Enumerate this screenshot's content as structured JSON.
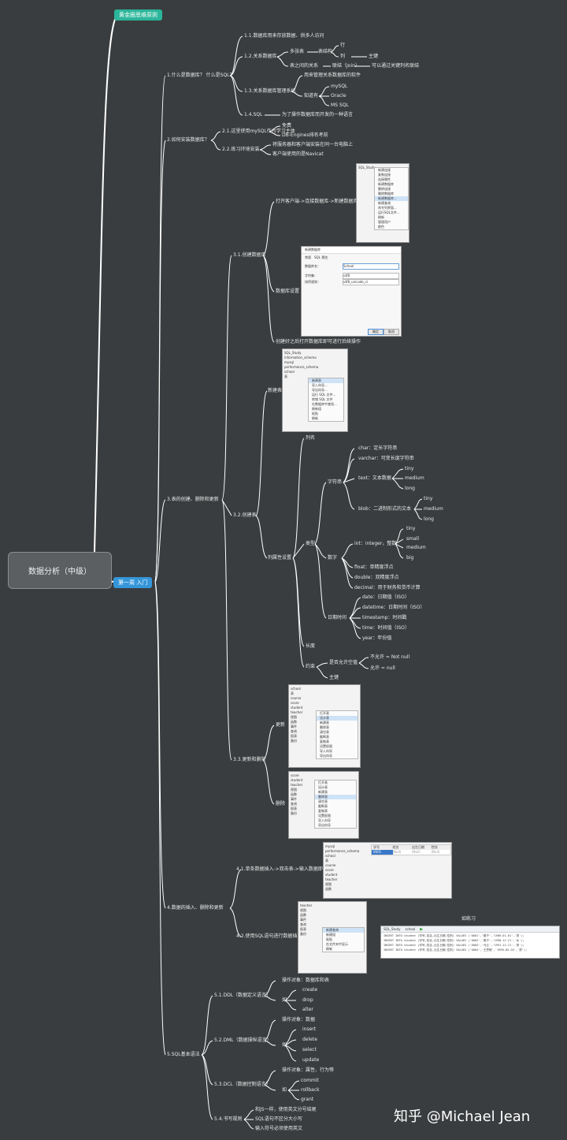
{
  "root": "数据分析（中级）",
  "level1": {
    "top": "黄金圈思维原则",
    "main": "第一周 入门"
  },
  "s1": {
    "title": "1.什么是数据库？ 什么是SQL？",
    "n11": "1.1.数据库用来存放数据、供多人访问",
    "n12": "1.2.关系数据库",
    "n12a": "多张表",
    "n12a1": "表结构",
    "n12a1a": "行",
    "n12a1b": "列",
    "n12a1c": "主键",
    "n12b": "表之间的关系",
    "n12b1": "联结（Join）",
    "n12b2": "可以通过关键列名联结",
    "n13": "1.3.关系数据库管理系统",
    "n13a": "用来管理关系数据库的软件",
    "n13b": "知道有",
    "n13b1": "mySQL",
    "n13b2": "Oracle",
    "n13b3": "MS SQL",
    "n14": "1.4.SQL",
    "n14a": "为了操作数据库而开发的一种语言"
  },
  "s2": {
    "title": "2.如何安装数据库？",
    "n21": "2.1.这里使用mySQL作为学习主体",
    "n21a": "免费",
    "n21b": "DB-Engines排名考前",
    "n22": "2.2.练习环境安装",
    "n22a": "将服务器和客户端安装在同一台电脑上",
    "n22b": "客户端使用的是Navicat"
  },
  "s3": {
    "title": "3.表的创建、删除和更新",
    "n31": "3.1.创建数据库",
    "n31a": "打开客户端->连接数据库->新建数据库",
    "n31b": "数据库设置",
    "n31c": "创建好之后打开数据库即可进行后续操作",
    "n32": "3.2.创建表",
    "n32a": "新建表",
    "n32b": "列属性设置",
    "col": "列名",
    "type": "类型",
    "str": "字符串",
    "char": "char：定长字符串",
    "varchar": "varchar：可变长度字符串",
    "text": "text：文本数据",
    "tiny": "tiny",
    "medium": "medium",
    "long": "long",
    "blob": "blob：二进制形式的文本",
    "num": "数字",
    "int": "int：integer，整数",
    "small": "small",
    "big": "big",
    "float": "float：单精度浮点",
    "double": "double：双精度浮点",
    "decimal": "decimal：用于财务和货币计算",
    "dt": "日期时间",
    "date": "date：日期值（ISO）",
    "datetime": "datetime：日期时间（ISO）",
    "timestamp": "timestamp：时间戳",
    "time": "time：时间值（ISO）",
    "year": "year：年份值",
    "len": "长度",
    "cons": "约束",
    "null": "是否允许空值",
    "notnull": "不允许 = Not null",
    "allow": "允许 = null",
    "pk": "主键",
    "n33": "3.3.更新和删除",
    "upd": "更新",
    "del": "删除"
  },
  "s4": {
    "title": "4.数据的插入、删除和更新",
    "n41": "4.1.单条数据插入->双击表->输入数据即可",
    "n42": "4.2.使用SQL语句进行数据插入",
    "ex": "如练习"
  },
  "s5": {
    "title": "5.SQL基本语法",
    "n51": "5.1.DDL（数据定义语言）",
    "n51a": "操作对象：数据库和表",
    "n51b": "如",
    "create": "create",
    "drop": "drop",
    "alter": "alter",
    "n52": "5.2.DML（数据操纵语言）",
    "n52a": "操作对象：数据",
    "n52b": "如",
    "insert": "insert",
    "delete": "delete",
    "select": "select",
    "update": "update",
    "n53": "5.3.DCL（数据控制语言）",
    "n53a": "操作对象：属性、行为等",
    "n53b": "如",
    "commit": "commit",
    "rollback": "rollback",
    "grant": "grant",
    "n54": "5.4.书写规则",
    "n54a": "和JS一样，使用英文分号结尾",
    "n54b": "SQL语句不区分大小写",
    "n54c": "输入符号必须使用英文"
  },
  "shots": {
    "m1": [
      "新建连接",
      "复制连接",
      "连接属性",
      "新建数据库",
      "删除连接",
      "删除数据库",
      "新建数据库...",
      "新建查询",
      "命令列界面...",
      "运行SQL文件...",
      "刷新",
      "管理用户",
      "颜色",
      "刷新"
    ],
    "dlg_title": "新建数据库",
    "dlg_tabs": [
      "常规",
      "SQL 预览"
    ],
    "dlg_f1": "数据库名：",
    "dlg_v1": "School",
    "dlg_f2": "字符集：",
    "dlg_v2": "utf8",
    "dlg_f3": "排序规则：",
    "dlg_v3": "utf8_unicode_ci",
    "dlg_ok": "确定",
    "dlg_cancel": "取消",
    "tree1": [
      "SQL_Study",
      "information_schema",
      "mysql",
      "performance_schema",
      "school",
      "表",
      "视图"
    ],
    "m2": [
      "新建表",
      "导入向导...",
      "导出向导...",
      "运行 SQL 文件...",
      "转储 SQL 文件",
      "在数据库中查找...",
      "刷新组",
      "粘贴",
      "刷新"
    ],
    "tree2": [
      "school",
      "表",
      "course",
      "score",
      "student",
      "teacher",
      "视图",
      "函数",
      "事件",
      "查询",
      "报表",
      "备份"
    ],
    "m3": [
      "打开表",
      "设计表",
      "新建表",
      "删除表",
      "清空表",
      "截断表",
      "复制表",
      "设置权限",
      "导入向导",
      "导出向导"
    ],
    "m4": [
      "打开表",
      "设计表",
      "新建表",
      "删除表",
      "清空表",
      "截断表",
      "复制表",
      "设置权限",
      "导入向导",
      "导出向导"
    ],
    "tree4": [
      "score",
      "student",
      "teacher",
      "视图",
      "函数",
      "事件",
      "查询",
      "报表",
      "备份"
    ],
    "tree5": [
      "mysql",
      "performance_schema",
      "school",
      "表",
      "course",
      "score",
      "student",
      "teacher",
      "视图",
      "函数"
    ],
    "grid_cols": [
      "学号",
      "姓名",
      "出生日期",
      "性别"
    ],
    "grid_row": [
      "0001",
      "(Null)",
      "(Null)",
      "(Null)"
    ],
    "m6": [
      "新建查询",
      "新建组",
      "粘贴",
      "在文件夹中显示",
      "刷新"
    ],
    "tree6": [
      "teacher",
      "视图",
      "函数",
      "事件",
      "查询",
      "报表",
      "备份"
    ],
    "sql_tab": "SQL_Study",
    "sql_db": "school",
    "sql_lines": [
      "INSERT INTO student (学号,姓名,出生日期,性别) VALUES ('0001','猴子','1989-01-01','男');",
      "INSERT INTO student (学号,姓名,出生日期,性别) VALUES ('0002','猴子','1990-12-21','女');",
      "INSERT INTO student (学号,姓名,出生日期,性别) VALUES ('0003','马云','1991-12-21','男');",
      "INSERT INTO student (学号,姓名,出生日期,性别) VALUES ('0004','王思聪','1990-05-20','男');"
    ]
  },
  "watermark": "知乎 @Michael Jean"
}
